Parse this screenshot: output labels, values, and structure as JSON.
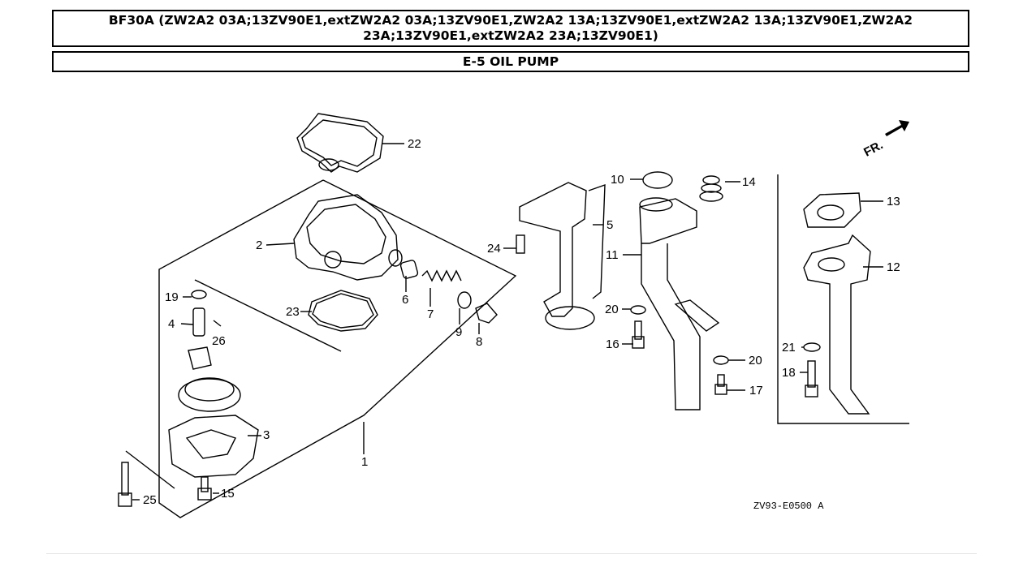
{
  "header": {
    "title": "BF30A (ZW2A2 03A;13ZV90E1,extZW2A2 03A;13ZV90E1,ZW2A2 13A;13ZV90E1,extZW2A2 13A;13ZV90E1,ZW2A2 23A;13ZV90E1,extZW2A2 23A;13ZV90E1)",
    "section": "E-5 OIL PUMP"
  },
  "diagram": {
    "direction_label": "FR.",
    "drawing_code": "ZV93-E0500  A",
    "callouts": [
      "1",
      "2",
      "3",
      "4",
      "5",
      "6",
      "7",
      "8",
      "9",
      "10",
      "11",
      "12",
      "13",
      "14",
      "15",
      "16",
      "17",
      "18",
      "19",
      "20",
      "20",
      "21",
      "22",
      "23",
      "24",
      "25",
      "26"
    ]
  }
}
